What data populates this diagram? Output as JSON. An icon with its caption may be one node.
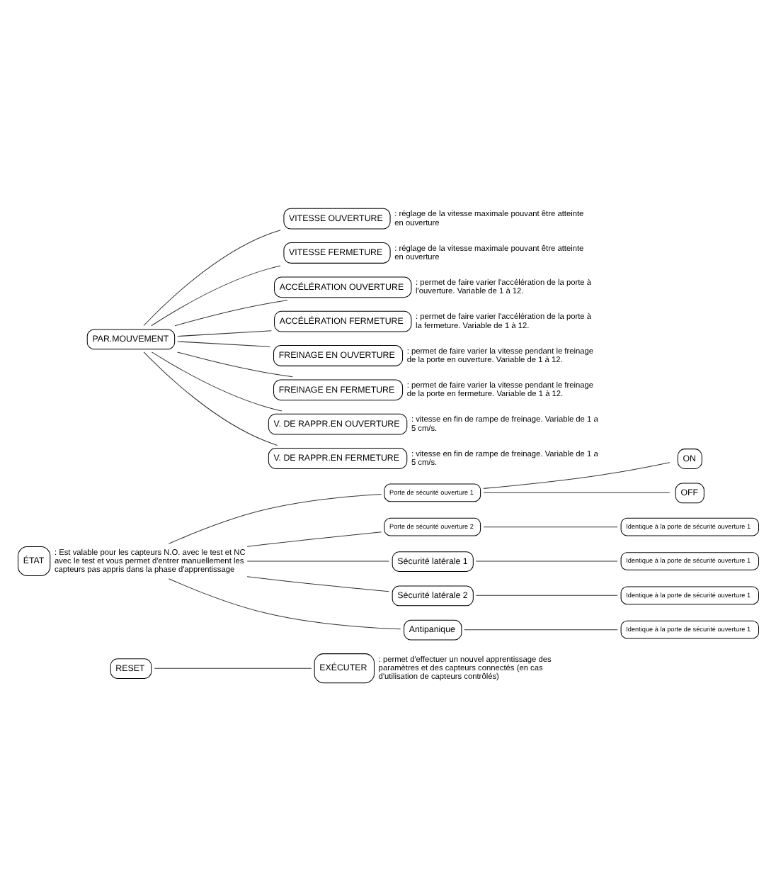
{
  "diagram": {
    "nodes": [
      {
        "text": [
          "RESET"
        ]
      },
      {
        "text": [
          "EXÉCUTER"
        ],
        "beside": [
          ": permet d'effectuer un nouvel apprentissage des paramètres et des capteurs connectés (en cas d'utilisation de capteurs contrôlés)"
        ]
      },
      {
        "text": [
          "ÉTAT"
        ],
        "beside": [
          ": Est valable pour les capteurs N.O. avec le test et NC avec le test et vous permet d'entrer manuellement les capteurs pas appris dans la phase d'apprentissage"
        ]
      },
      {
        "text": [
          "Porte de sécurité ouverture 1"
        ]
      },
      {
        "text": [
          "ON"
        ]
      },
      {
        "text": [
          "OFF"
        ]
      },
      {
        "text": [
          "Porte de sécurité ouverture 2"
        ]
      },
      {
        "text": [
          "Identique à la porte de sécurité ouverture 1"
        ]
      },
      {
        "text": [
          "Sécurité latérale 1"
        ]
      },
      {
        "text": [
          "Identique à la porte de sécurité ouverture 1"
        ]
      },
      {
        "text": [
          "Sécurité latérale 2"
        ]
      },
      {
        "text": [
          "Identique à la porte de sécurité ouverture 1"
        ]
      },
      {
        "text": [
          "Antipanique"
        ]
      },
      {
        "text": [
          "Identique à la porte de sécurité ouverture 1"
        ]
      },
      {
        "text": [
          "PAR.MOUVEMENT"
        ]
      },
      {
        "text": [
          "VITESSE OUVERTURE"
        ],
        "beside": [
          ": réglage de la vitesse maximale pouvant être atteinte en ouverture"
        ]
      },
      {
        "text": [
          "VITESSE FERMETURE"
        ],
        "beside": [
          ": réglage de la vitesse maximale pouvant être atteinte en ouverture"
        ]
      },
      {
        "text": [
          "ACCÉLÉRATION OUVERTURE"
        ],
        "beside": [
          ": permet de faire varier l'accélération de la porte à l'ouverture. Variable de 1 à 12."
        ]
      },
      {
        "text": [
          "ACCÉLÉRATION FERMETURE"
        ],
        "beside": [
          ": permet de faire varier l'accélération de la porte à la fermeture. Variable de 1 à 12."
        ]
      },
      {
        "text": [
          "FREINAGE EN OUVERTURE"
        ],
        "beside": [
          ": permet de faire varier la vitesse pendant le freinage de la porte en ouverture. Variable de 1 à 12."
        ]
      },
      {
        "text": [
          "FREINAGE EN FERMETURE"
        ],
        "beside": [
          ": permet de faire varier la vitesse pendant le freinage de la porte en fermeture. Variable de 1 à 12."
        ]
      },
      {
        "text": [
          "V. DE RAPPR.EN OUVERTURE"
        ],
        "beside": [
          ": vitesse en fin de rampe de freinage. Variable de 1 a 5 cm/s."
        ]
      },
      {
        "text": [
          "V. DE RAPPR.EN FERMETURE"
        ],
        "beside": [
          ": vitesse en fin de rampe de freinage. Variable de 1 a 5 cm/s."
        ]
      }
    ],
    "edges": [
      {
        "from": 0,
        "to": 1,
        "arrow": "none"
      },
      {
        "from": 2,
        "to": 3,
        "arrow": "none"
      },
      {
        "from": 3,
        "to": 4,
        "arrow": "none"
      },
      {
        "from": 3,
        "to": 5,
        "arrow": "none"
      },
      {
        "from": 2,
        "to": 6,
        "arrow": "none"
      },
      {
        "from": 6,
        "to": 7,
        "arrow": "none"
      },
      {
        "from": 2,
        "to": 8,
        "arrow": "none"
      },
      {
        "from": 8,
        "to": 9,
        "arrow": "none"
      },
      {
        "from": 2,
        "to": 10,
        "arrow": "none"
      },
      {
        "from": 10,
        "to": 11,
        "arrow": "none"
      },
      {
        "from": 2,
        "to": 12,
        "arrow": "none"
      },
      {
        "from": 12,
        "to": 13,
        "arrow": "none"
      },
      {
        "from": 14,
        "to": 15,
        "arrow": "none"
      },
      {
        "from": 14,
        "to": 16,
        "arrow": "none"
      },
      {
        "from": 14,
        "to": 17,
        "arrow": "none"
      },
      {
        "from": 14,
        "to": 18,
        "arrow": "none"
      },
      {
        "from": 14,
        "to": 19,
        "arrow": "none"
      },
      {
        "from": 14,
        "to": 20,
        "arrow": "none"
      },
      {
        "from": 14,
        "to": 21,
        "arrow": "none"
      },
      {
        "from": 14,
        "to": 22,
        "arrow": "none"
      }
    ]
  }
}
